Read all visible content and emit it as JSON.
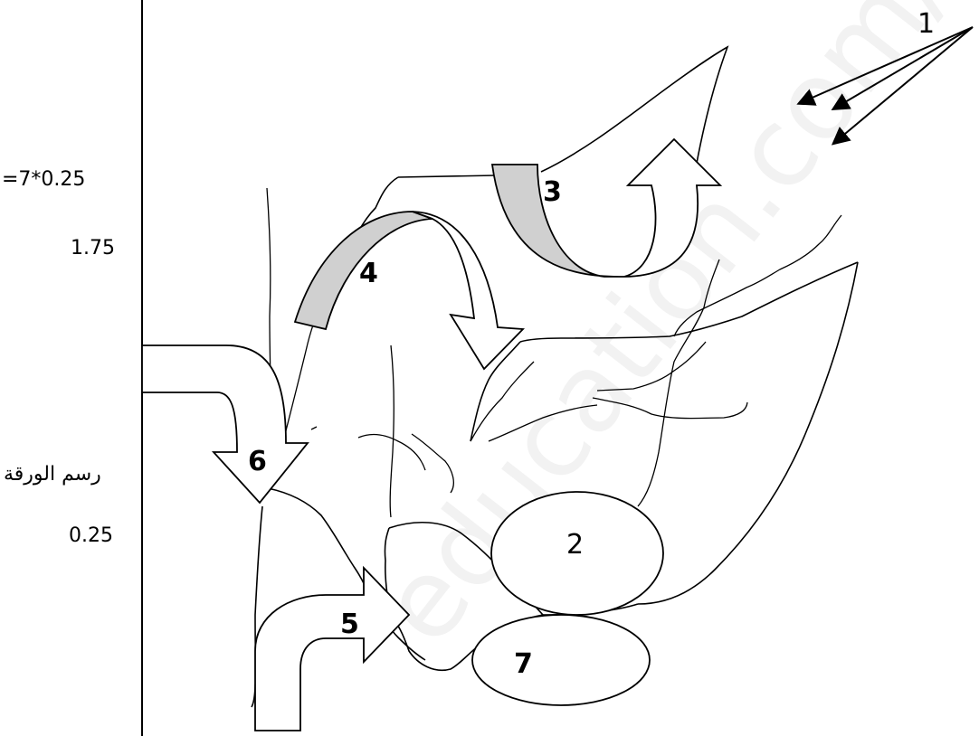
{
  "side_notes": {
    "calc_line1": "=7*0.25",
    "calc_line2": "1.75",
    "drawing_label": "رسم الورقة",
    "drawing_score": "0.25"
  },
  "labels": {
    "one": "1",
    "two": "2",
    "three": "3",
    "four": "4",
    "five": "5",
    "six": "6",
    "seven": "7"
  },
  "watermark": {
    "text": "education.com/dz",
    "color": "#f2f2f2"
  },
  "colors": {
    "ink": "#000000",
    "shaded_arrow": "#d0d0d0",
    "paper": "#ffffff"
  }
}
